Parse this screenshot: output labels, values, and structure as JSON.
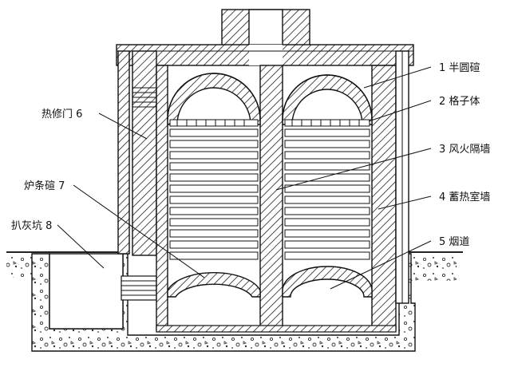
{
  "labels": {
    "l1": "1 半圆碹",
    "l2": "2 格子体",
    "l3": "3 风火隔墙",
    "l4": "4 蓄热室墙",
    "l5": "5 烟道",
    "l6": "热修门 6",
    "l7": "炉条碹 7",
    "l8": "扒灰坑 8"
  },
  "colors": {
    "line": "#111111",
    "hatch": "#222222",
    "background": "#ffffff"
  }
}
